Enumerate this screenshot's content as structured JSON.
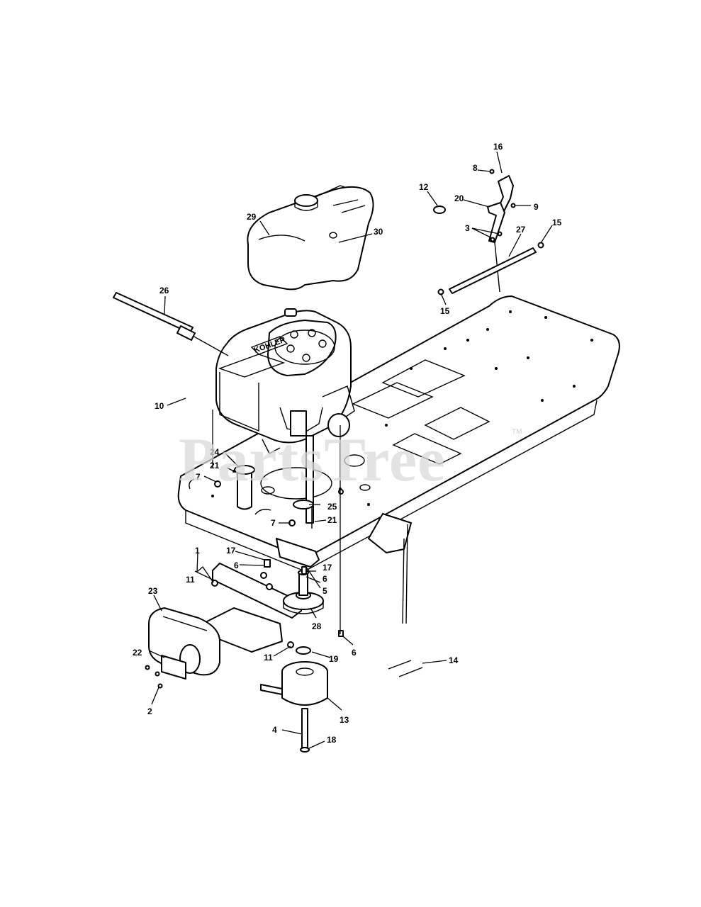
{
  "watermark": {
    "text": "PartsTree",
    "trademark": "TM"
  },
  "engine_brand": "KOHLER",
  "callouts": {
    "c1": "1",
    "c2": "2",
    "c3": "3",
    "c4": "4",
    "c5": "5",
    "c6a": "6",
    "c6b": "6",
    "c6c": "6",
    "c7a": "7",
    "c7b": "7",
    "c8": "8",
    "c9": "9",
    "c10": "10",
    "c11a": "11",
    "c11b": "11",
    "c12": "12",
    "c13": "13",
    "c14": "14",
    "c15a": "15",
    "c15b": "15",
    "c16": "16",
    "c17a": "17",
    "c17b": "17",
    "c18": "18",
    "c19": "19",
    "c20": "20",
    "c21a": "21",
    "c21b": "21",
    "c22": "22",
    "c23": "23",
    "c24": "24",
    "c25": "25",
    "c26": "26",
    "c27": "27",
    "c28": "28",
    "c29": "29",
    "c30": "30"
  },
  "colors": {
    "line": "#000000",
    "watermark": "#d9d9d9",
    "background": "#ffffff"
  }
}
